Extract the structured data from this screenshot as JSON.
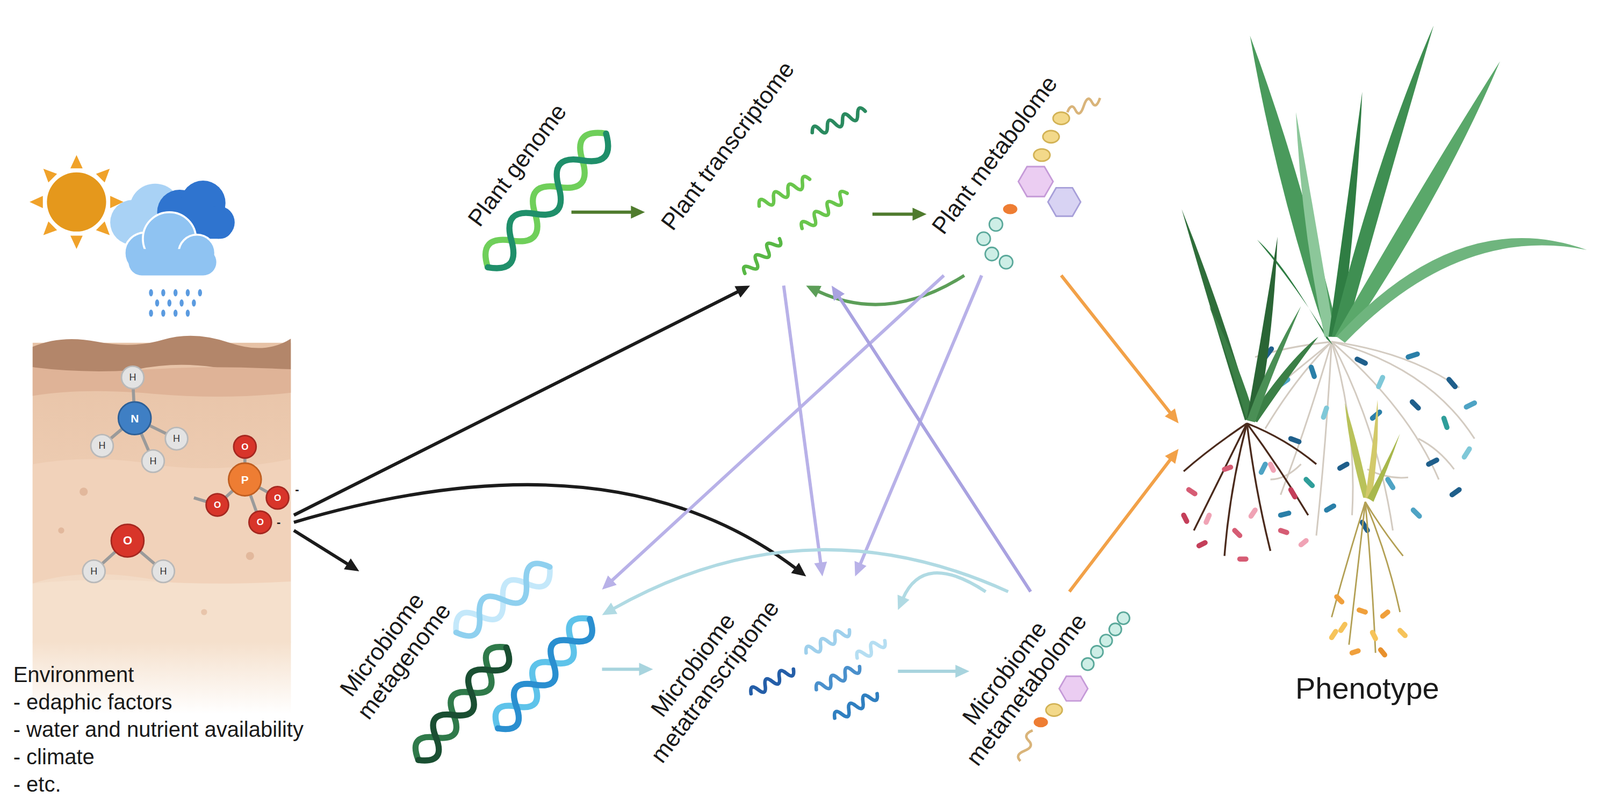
{
  "diagram": {
    "nodes": [
      {
        "text": [
          "Environment",
          "- edaphic factors",
          "- water and nutrient availability",
          "- climate",
          "- etc."
        ]
      },
      {
        "text": [
          "Plant genome"
        ]
      },
      {
        "text": [
          "Plant transcriptome"
        ]
      },
      {
        "text": [
          "Plant metabolome"
        ]
      },
      {
        "text": [
          "Microbiome metagenome"
        ]
      },
      {
        "text": [
          "Microbiome metatranscriptome"
        ]
      },
      {
        "text": [
          "Microbiome metametabolome"
        ]
      },
      {
        "text": [
          "Phenotype"
        ]
      }
    ],
    "edges": [
      {
        "from": 1,
        "to": 2,
        "arrow": "to"
      },
      {
        "from": 2,
        "to": 3,
        "arrow": "to"
      },
      {
        "from": 3,
        "to": 2,
        "arrow": "to"
      },
      {
        "from": 0,
        "to": 2,
        "arrow": "to"
      },
      {
        "from": 0,
        "to": 4,
        "arrow": "to"
      },
      {
        "from": 0,
        "to": 5,
        "arrow": "to"
      },
      {
        "from": 3,
        "to": 4,
        "arrow": "to"
      },
      {
        "from": 3,
        "to": 5,
        "arrow": "to"
      },
      {
        "from": 2,
        "to": 5,
        "arrow": "to"
      },
      {
        "from": 6,
        "to": 2,
        "arrow": "to"
      },
      {
        "from": 4,
        "to": 5,
        "arrow": "to"
      },
      {
        "from": 5,
        "to": 6,
        "arrow": "to"
      },
      {
        "from": 6,
        "to": 4,
        "arrow": "to"
      },
      {
        "from": 6,
        "to": 5,
        "arrow": "to"
      },
      {
        "from": 3,
        "to": 7,
        "arrow": "to"
      },
      {
        "from": 6,
        "to": 7,
        "arrow": "to"
      }
    ],
    "labels": [
      "H",
      "N",
      "H",
      "H",
      "H",
      "O",
      "P",
      "O",
      "O",
      "-",
      "O",
      "-",
      "O",
      "H",
      "H"
    ]
  }
}
